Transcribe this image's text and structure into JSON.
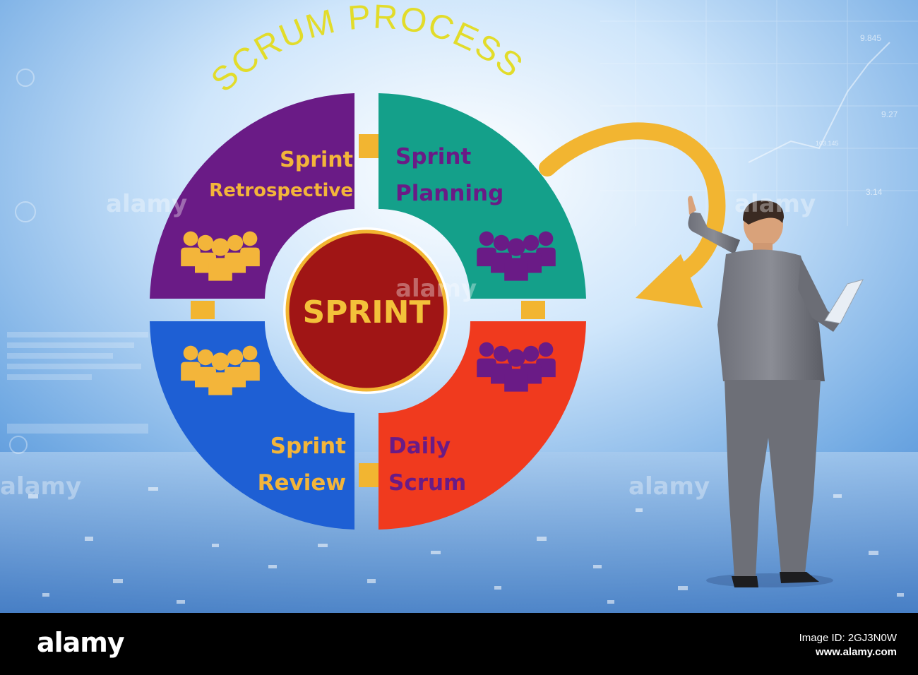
{
  "diagram": {
    "title": "SCRUM PROCESS",
    "center_label": "SPRINT",
    "quadrants": [
      {
        "id": "retrospective",
        "line1": "Sprint",
        "line2": "Retrospective",
        "color": "#6a1b86",
        "text_color": "#f3b53a",
        "icon_color": "#f3b53a"
      },
      {
        "id": "planning",
        "line1": "Sprint",
        "line2": "Planning",
        "color": "#14a08a",
        "text_color": "#6a1b86",
        "icon_color": "#6a1b86"
      },
      {
        "id": "daily",
        "line1": "Daily",
        "line2": "Scrum",
        "color": "#f03a1e",
        "text_color": "#6a1b86",
        "icon_color": "#6a1b86"
      },
      {
        "id": "review",
        "line1": "Sprint",
        "line2": "Review",
        "color": "#1e5fd4",
        "text_color": "#f3b53a",
        "icon_color": "#f3b53a"
      }
    ],
    "colors": {
      "center": "#a01515",
      "center_text": "#f3c13a",
      "title": "#e2dc2a",
      "arrow": "#f2b531"
    }
  },
  "background_numbers": [
    "9.845",
    "9.27",
    "103.145",
    "3.14"
  ],
  "watermark": "alamy",
  "footer": {
    "logo": "alamy",
    "image_id": "Image ID: 2GJ3N0W",
    "url": "www.alamy.com"
  }
}
